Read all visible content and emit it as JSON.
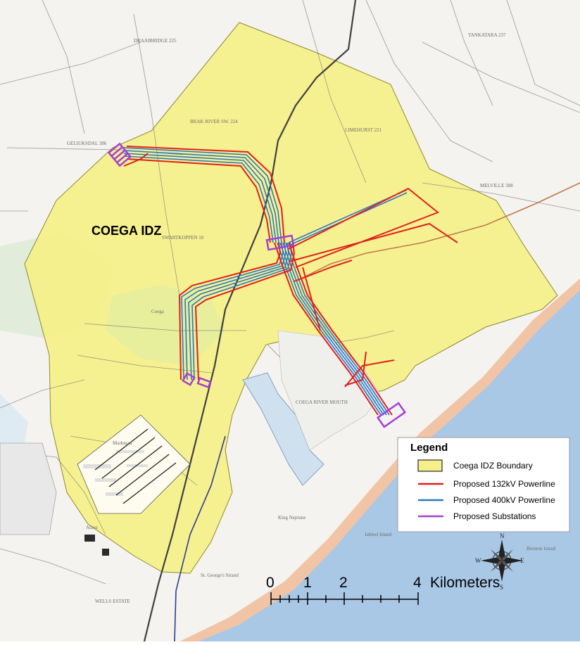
{
  "map": {
    "area_label": "COEGA IDZ"
  },
  "legend": {
    "title": "Legend",
    "items": [
      {
        "label": "Coega IDZ Boundary",
        "symbol": "fill",
        "color": "#f5f08a"
      },
      {
        "label": "Proposed 132kV Powerline",
        "symbol": "line",
        "color": "#e0201b"
      },
      {
        "label": "Proposed 400kV Powerline",
        "symbol": "line",
        "color": "#2b78c4"
      },
      {
        "label": "Proposed Substations",
        "symbol": "line",
        "color": "#a43fd6"
      }
    ]
  },
  "scale_bar": {
    "ticks": [
      "0",
      "1",
      "2",
      "4"
    ],
    "unit": "Kilometers"
  },
  "compass": {
    "n": "N",
    "s": "S",
    "e": "E",
    "w": "W"
  },
  "place_names": [
    "DRAAIBRIDGE 225",
    "TANKATARA 237",
    "GELIUKSDAL 386",
    "BRAK RIVER SW. 224",
    "LIMEHURST 221",
    "MELVILLE 308",
    "SWARTKOPPEN 10",
    "Coega",
    "COEGA RIVER MOUTH",
    "Markman",
    "Alzen",
    "King Neptune",
    "Jahleel Island",
    "Brenton Island",
    "St. George's Strand",
    "WELLS ESTATE"
  ],
  "colors": {
    "sea": "#a9c8e6",
    "beach": "#f2c4a6",
    "boundary": "#f5f08a",
    "line_132kv": "#e0201b",
    "line_400kv": "#2b78c4",
    "substation": "#a43fd6"
  }
}
